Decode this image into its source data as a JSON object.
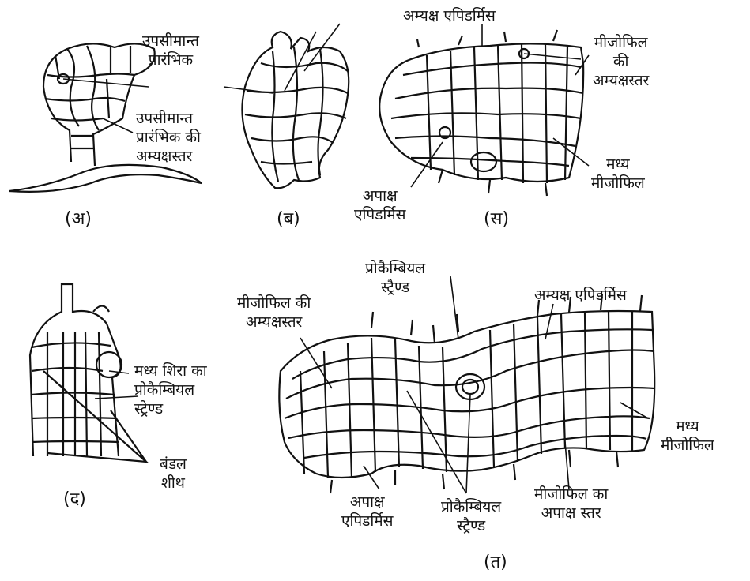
{
  "colors": {
    "ink": "#111111",
    "background": "#ffffff"
  },
  "panels": {
    "a": {
      "caption": "(अ)",
      "labels": {
        "marginal_initial": [
          "उपसीमान्त",
          "प्रारंभिक"
        ],
        "submarginal_adaxial": [
          "उपसीमान्त",
          "प्रारंभिक की",
          "अम्यक्षस्तर"
        ]
      }
    },
    "b": {
      "caption": "(ब)"
    },
    "s": {
      "caption": "(स)",
      "labels": {
        "adaxial_epidermis": "अम्यक्ष एपिडर्मिस",
        "mesophyll_adaxial": [
          "मीजोफिल",
          "की",
          "अम्यक्षस्तर"
        ],
        "middle_mesophyll": [
          "मध्य",
          "मीजोफिल"
        ],
        "abaxial_epidermis": [
          "अपाक्ष",
          "एपिडर्मिस"
        ]
      }
    },
    "d": {
      "caption": "(द)",
      "labels": {
        "midrib_procambium": [
          "मध्य शिरा का",
          "प्रोकैम्बियल",
          "स्ट्रेण्ड"
        ],
        "bundle_sheath": [
          "बंडल",
          "शीथ"
        ]
      }
    },
    "t": {
      "caption": "(त)",
      "labels": {
        "procambial_top": [
          "प्रोकैम्बियल",
          "स्ट्रैण्ड"
        ],
        "mesophyll_adaxial": [
          "मीजोफिल की",
          "अम्यक्षस्तर"
        ],
        "adaxial_epidermis": "अम्यक्ष एपिडर्मिस",
        "middle_mesophyll": [
          "मध्य",
          "मीजोफिल"
        ],
        "abaxial_epidermis": [
          "अपाक्ष",
          "एपिडर्मिस"
        ],
        "procambial_bottom": [
          "प्रोकैम्बियल",
          "स्ट्रैण्ड"
        ],
        "mesophyll_abaxial": [
          "मीजोफिल का",
          "अपाक्ष स्तर"
        ]
      }
    }
  }
}
